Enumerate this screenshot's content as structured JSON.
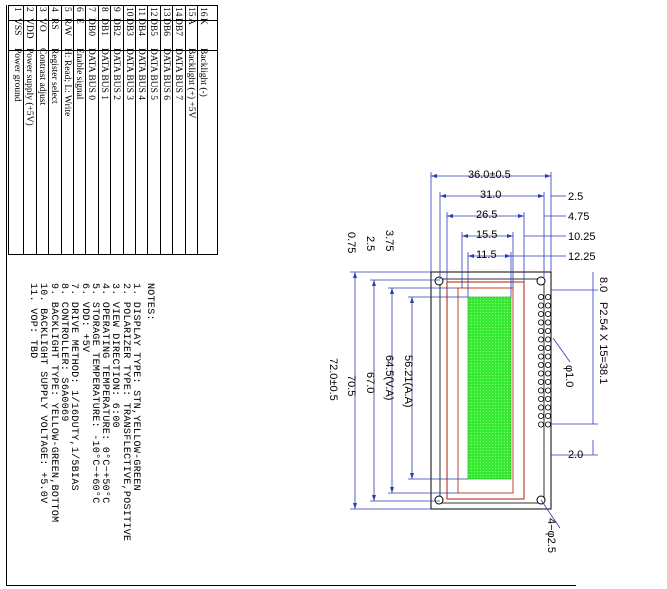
{
  "pin_table": {
    "rows": [
      {
        "no": "1",
        "sym": "VSS",
        "func": "Power ground"
      },
      {
        "no": "2",
        "sym": "VDD",
        "func": "Power supply (+5V)"
      },
      {
        "no": "3",
        "sym": "VO",
        "func": "Contrast adjust"
      },
      {
        "no": "4",
        "sym": "RS",
        "func": "Register select"
      },
      {
        "no": "5",
        "sym": "R/W",
        "func": "H: Read; L: Write"
      },
      {
        "no": "6",
        "sym": "E",
        "func": "Enable signal"
      },
      {
        "no": "7",
        "sym": "DB0",
        "func": "DATA BUS 0"
      },
      {
        "no": "8",
        "sym": "DB1",
        "func": "DATA BUS 1"
      },
      {
        "no": "9",
        "sym": "DB2",
        "func": "DATA BUS 2"
      },
      {
        "no": "10",
        "sym": "DB3",
        "func": "DATA BUS 3"
      },
      {
        "no": "11",
        "sym": "DB4",
        "func": "DATA BUS 4"
      },
      {
        "no": "12",
        "sym": "DB5",
        "func": "DATA BUS 5"
      },
      {
        "no": "13",
        "sym": "DB6",
        "func": "DATA BUS 6"
      },
      {
        "no": "14",
        "sym": "DB7",
        "func": "DATA BUS 7"
      },
      {
        "no": "15",
        "sym": "A",
        "func": "Backlight (+) +5V"
      },
      {
        "no": "16",
        "sym": "K",
        "func": "Backlight (-)"
      }
    ]
  },
  "notes": {
    "title": "NOTES:",
    "lines": [
      "1.  DISPLAY TYPE:    STN,YELLOW-GREEN",
      "2.  POLARIZER TYPE: TRANSFLECTIVE,POSITIVE",
      "3.  VIEW DIRECTION:  6:00",
      "4.  OPERATING TEMPERATURE:    0°C~+50°C",
      "5.  STORAGE TEMPERATURE:    -10°C~+60°C",
      "6.  VDD:          +5V",
      "7.  DRIVE METHOD:  1/16DUTY,1/5BIAS",
      "8.  CONTROLLER:  S6A0069",
      "9.  BACKLIGHT TYPE: YELLOW-GREEN,BOTTOM",
      "10. BACKLIGHT SUPPLY VOLTAGE:  +5.0V",
      "11. VOP:  TBD"
    ]
  },
  "dimensions": {
    "width_total": "36.0±0.5",
    "d31": "31.0",
    "d26": "26.5",
    "d15": "15.5",
    "d11": "11.5",
    "r25": "2.5",
    "r475": "4.75",
    "r1025": "10.25",
    "r1225": "12.25",
    "r80": "8.0",
    "pitch": "P2.54 X 15=38.1",
    "hole_pin": "φ1.0",
    "r20": "2.0",
    "mount_hole": "4−φ2.5",
    "left075": "0.75",
    "left25": "2.5",
    "left375": "3.75",
    "aa": "56.21(A.A)",
    "va": "64.5(V.A)",
    "d67": "67.0",
    "d705": "70.5",
    "length_total": "72.0±0.5"
  },
  "colors": {
    "dimension_line": "#2d3bb8",
    "outline": "#000000",
    "bezel_red": "#c2432f",
    "lcd_green": "#2fe82a"
  }
}
